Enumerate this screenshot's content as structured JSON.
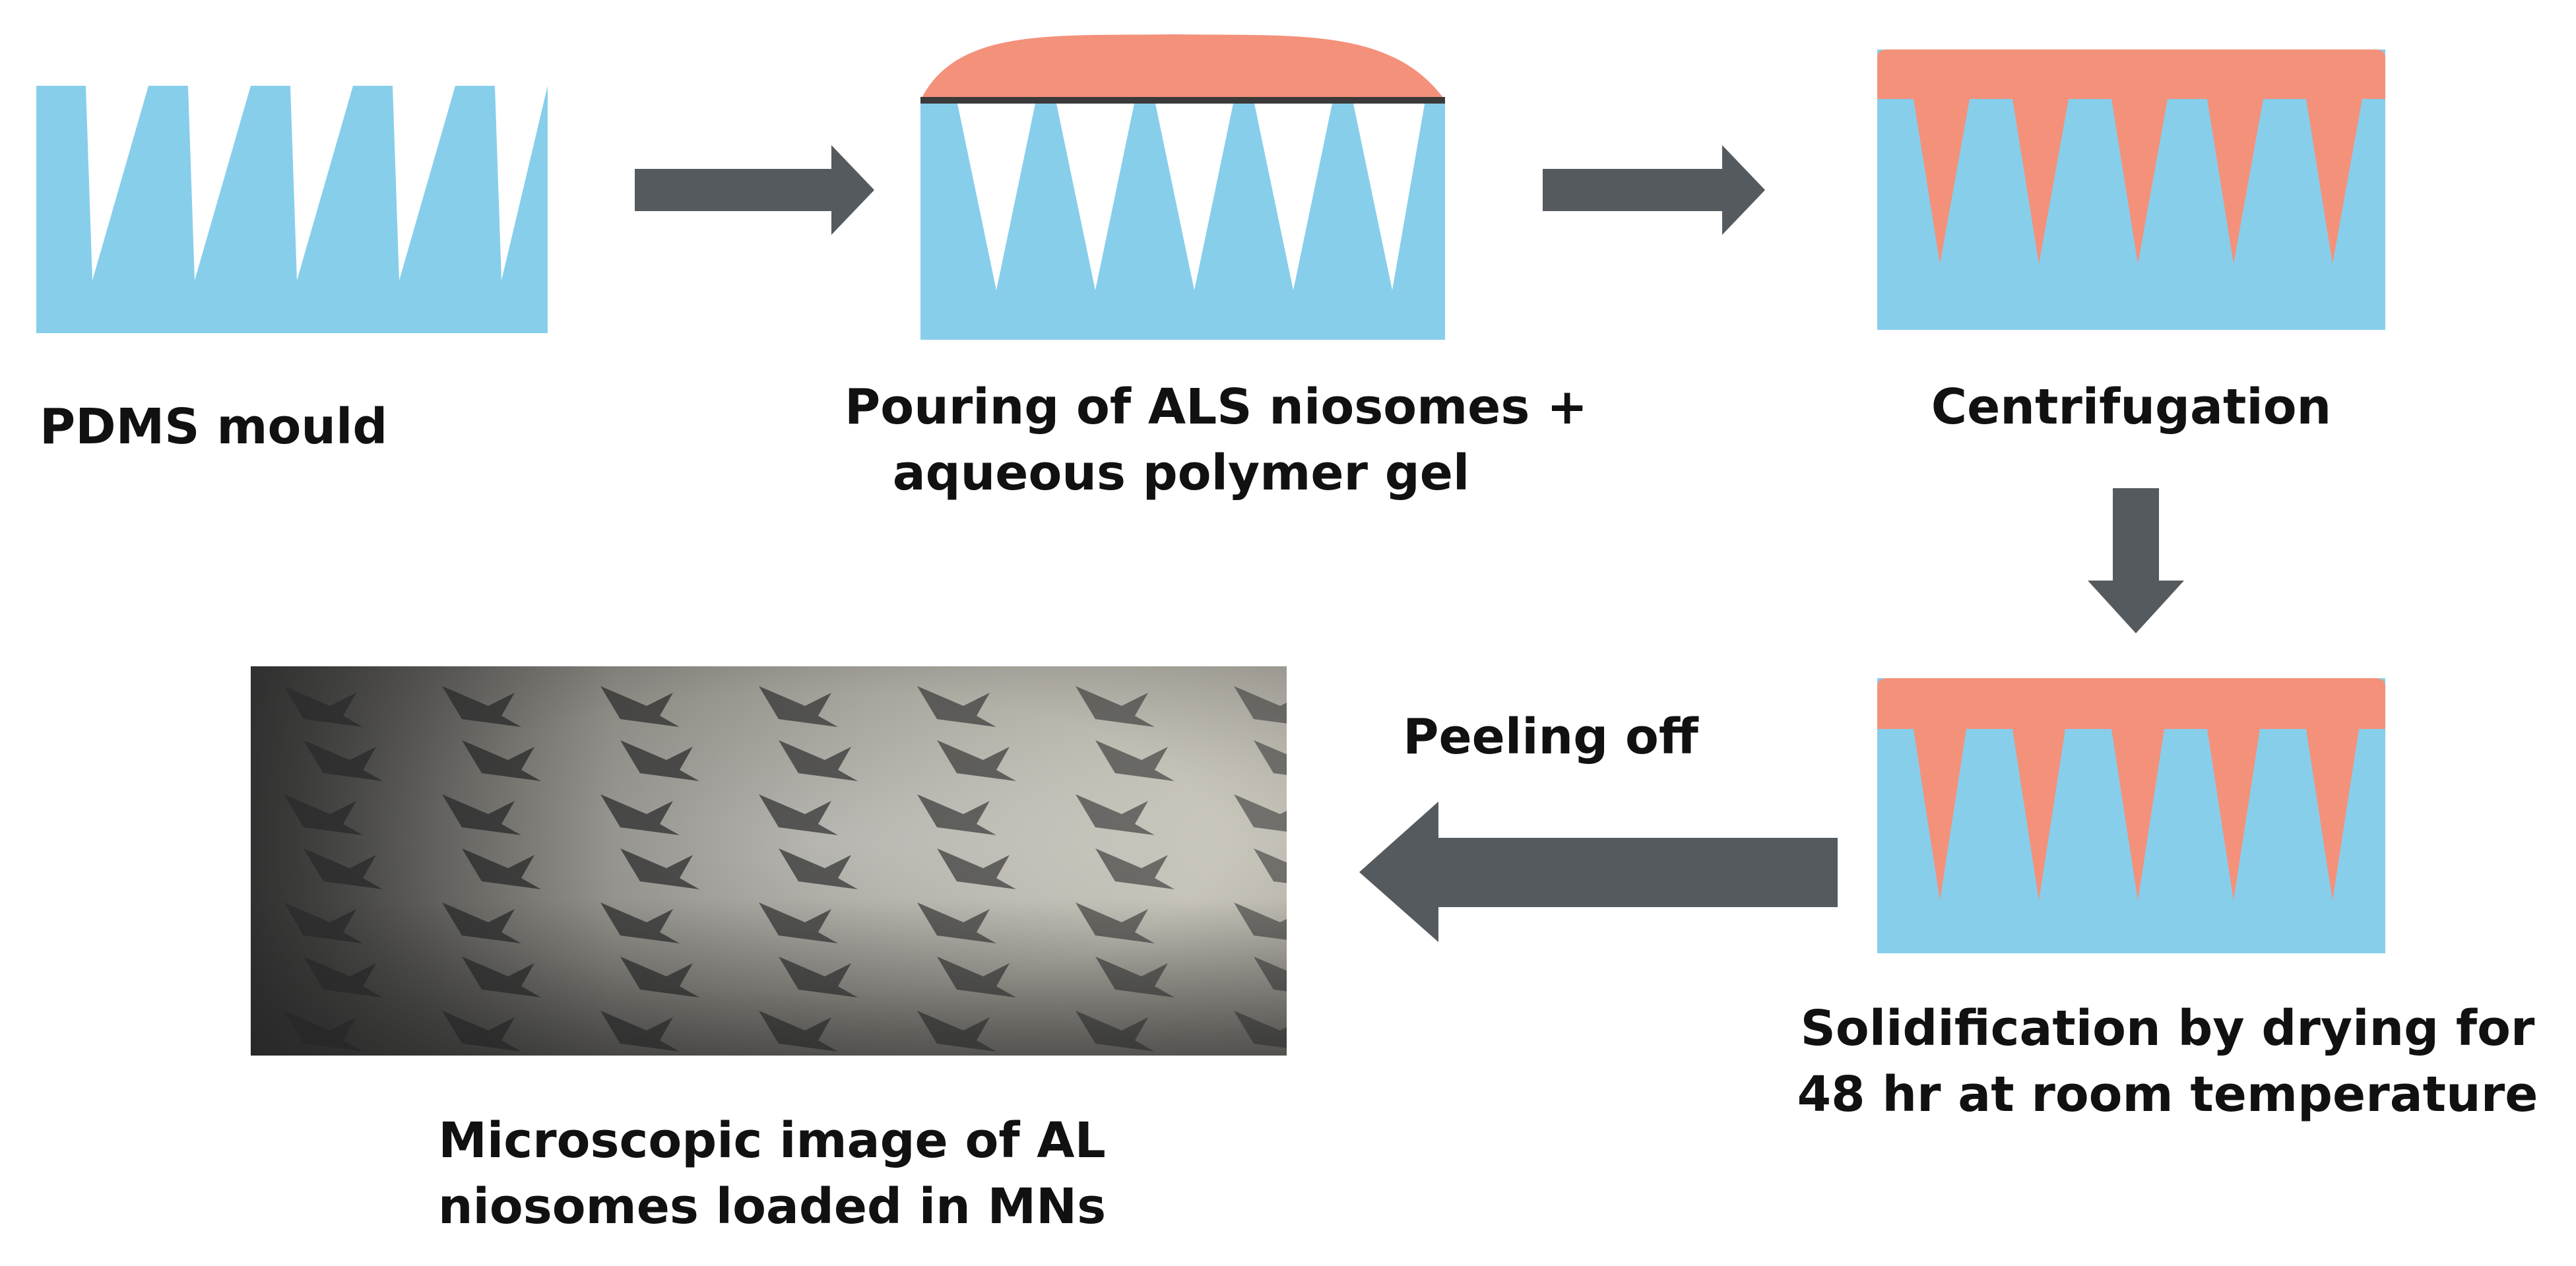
{
  "colors": {
    "mould": "#87CEEB",
    "gel": "#F4917B",
    "arrow": "#555A5F",
    "base_line": "#3A3A3A",
    "text": "#111111"
  },
  "steps": {
    "step1": {
      "label": "PDMS mould"
    },
    "step2": {
      "line1": "Pouring of ALS niosomes +",
      "line2": "aqueous polymer gel"
    },
    "step3": {
      "label": "Centrifugation"
    },
    "step4": {
      "line1": "Solidification by drying for",
      "line2": "48 hr at room temperature"
    },
    "step5": {
      "line1": "Microscopic image of AL",
      "line2": "niosomes loaded in MNs"
    }
  },
  "arrows": {
    "arrow4": {
      "label": "Peeling off"
    }
  },
  "icons": [
    "right-arrow-icon",
    "down-arrow-icon",
    "left-arrow-icon"
  ]
}
